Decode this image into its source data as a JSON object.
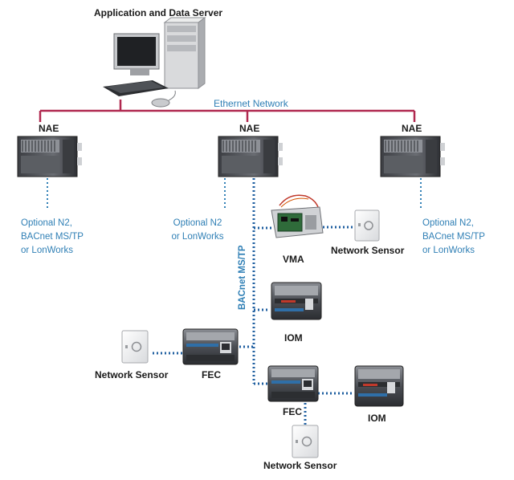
{
  "title": "Application and Data Server",
  "ethernet_label": "Ethernet Network",
  "colors": {
    "ethernet": "#b0284f",
    "bus": "#1f5fa0",
    "label_blue": "#2f7fb5"
  },
  "nae": {
    "left": {
      "label": "NAE",
      "optional": "Optional N2,\nBACnet MS/TP\nor LonWorks"
    },
    "middle": {
      "label": "NAE",
      "optional": "Optional N2\nor LonWorks"
    },
    "right": {
      "label": "NAE",
      "optional": "Optional N2,\nBACnet MS/TP\nor LonWorks"
    }
  },
  "bus_label": "BACnet MS/TP",
  "devices": {
    "vma": "VMA",
    "vma_sensor": "Network Sensor",
    "iom_upper": "IOM",
    "fec_left": "FEC",
    "fec_left_sensor": "Network Sensor",
    "fec_lower": "FEC",
    "iom_lower": "IOM",
    "fec_lower_sensor": "Network Sensor"
  }
}
